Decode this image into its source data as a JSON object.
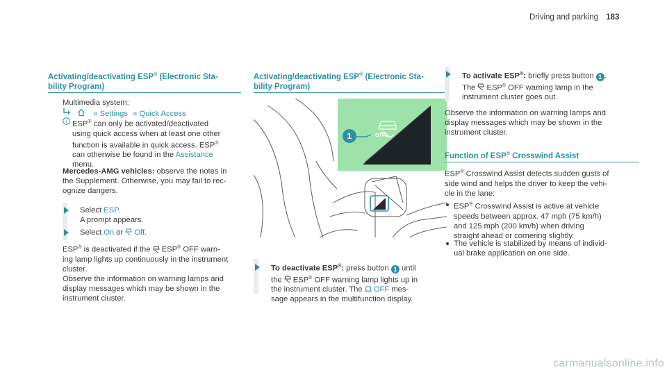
{
  "header": {
    "section": "Driving and parking",
    "page_number": "183"
  },
  "col1": {
    "title_line1": "Activating/deactivating ESP",
    "title_line1_tail": " (Electronic Sta-",
    "title_line2": "bility Program)",
    "system": "Multimedia system:",
    "nav": {
      "settings": "Settings",
      "quick_access": "Quick Access"
    },
    "note_lines": [
      "can only be activated/deactivated",
      "using quick access when at least one other",
      "function is available in quick access. ESP",
      "can otherwise be found in the"
    ],
    "note_assistance": "Assistance",
    "note_menu": "menu.",
    "amg_lead": "Mercedes-AMG vehicles:",
    "amg_lines": [
      " observe the notes in",
      "the Supplement. Otherwise, you may fail to rec-",
      "ognize dangers."
    ],
    "step1_select": "Select ",
    "step1_esp": "ESP",
    "step1_prompt": "A prompt appears.",
    "step2_select": "Select ",
    "step2_on": "On",
    "step2_or": " or ",
    "step2_off": "Off",
    "deact_lines": [
      " is deactivated if the",
      " ESP",
      " OFF warn-",
      "ing lamp lights up continuously in the instrument",
      "cluster."
    ],
    "observe_lines": [
      "Observe the information on warning lamps and",
      "display messages which may be shown in the",
      "instrument cluster."
    ]
  },
  "col2": {
    "title_line1": "Activating/deactivating ESP",
    "title_line1_tail": " (Electronic Sta-",
    "title_line2": "bility Program)",
    "callout": "1",
    "button_label": "OFF",
    "deact_lead": "To deactivate ESP",
    "deact_line1": " press button",
    "deact_until": " until",
    "deact_lines": [
      "the",
      "ESP",
      "OFF warning lamp lights up in",
      "the instrument cluster. The",
      "OFF",
      "mes-",
      "sage appears in the multifunction display."
    ]
  },
  "col3": {
    "act_lead": "To activate ESP",
    "act_tail": " briefly press button",
    "act_lines": [
      "The",
      "ESP",
      "OFF warning lamp in the",
      "instrument cluster goes out."
    ],
    "observe_lines": [
      "Observe the information on warning lamps and",
      "display messages which may be shown in the",
      "instrument cluster."
    ],
    "fn_title": "Function of ESP",
    "fn_title_tail": " Crosswind Assist",
    "fn_intro": [
      " Crosswind Assist detects sudden gusts of",
      "side wind and helps the driver to keep the vehi-",
      "cle in the lane:"
    ],
    "bullets": [
      [
        " Crosswind Assist is active at vehicle",
        "speeds between approx. 47 mph (75 km/h)",
        "and 125 mph (200 km/h) when driving",
        "straight ahead or cornering slightly."
      ],
      [
        "The vehicle is stabilized by means of individ-",
        "ual brake application on one side."
      ]
    ]
  },
  "common": {
    "esp": "ESP",
    "reg": "®",
    "colon": ":",
    "period": ".",
    "on": "On"
  },
  "watermark": "carmanualsonline.info"
}
